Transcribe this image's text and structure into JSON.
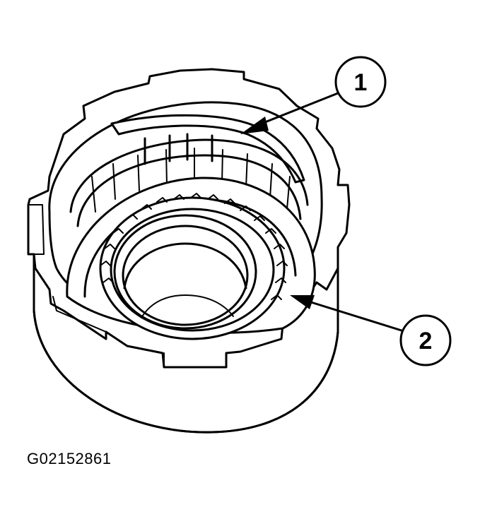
{
  "diagram": {
    "callouts": [
      {
        "label": "1"
      },
      {
        "label": "2"
      }
    ],
    "figure_id": "G02152861",
    "colors": {
      "ink": "#000000",
      "background": "#ffffff"
    }
  }
}
